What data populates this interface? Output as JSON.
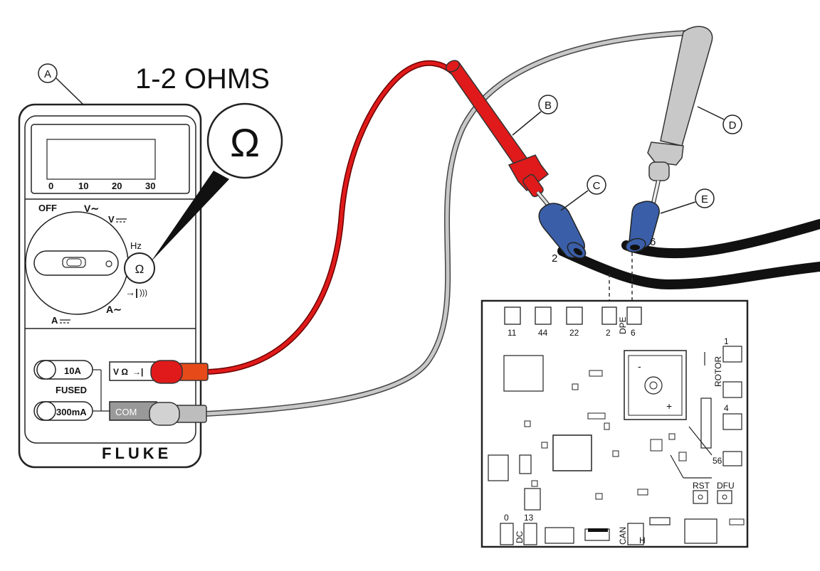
{
  "title": "1-2 OHMS",
  "callouts": {
    "a": "A",
    "b": "B",
    "c": "C",
    "d": "D",
    "e": "E"
  },
  "meter": {
    "brand": "FLUKE",
    "ohm_symbol": "Ω",
    "scale": [
      "0",
      "10",
      "20",
      "30"
    ],
    "dial": {
      "off": "OFF",
      "v_ac": "V∼",
      "v_dc": "V",
      "hz": "Hz",
      "ohm": "Ω",
      "a_ac": "A∼",
      "a_dc": "A"
    },
    "jacks": {
      "a10": "10A",
      "fused": "FUSED",
      "ma300": "300mA",
      "com": "COM",
      "vohm": "V Ω"
    }
  },
  "wire_numbers": {
    "left": "2",
    "right": "6"
  },
  "board": {
    "top_connectors": [
      "11",
      "44",
      "22",
      "2",
      "6"
    ],
    "dpe": "DPE",
    "right_labels": {
      "rotor": "ROTOR",
      "p1": "1",
      "p4": "4",
      "p56": "56"
    },
    "buttons": {
      "rst": "RST",
      "dfu": "DFU"
    },
    "bottom": {
      "zero": "0",
      "thirteen": "13",
      "dc": "DC",
      "can": "CAN",
      "h": "H"
    },
    "bridge": {
      "minus": "-",
      "plus": "+"
    }
  }
}
